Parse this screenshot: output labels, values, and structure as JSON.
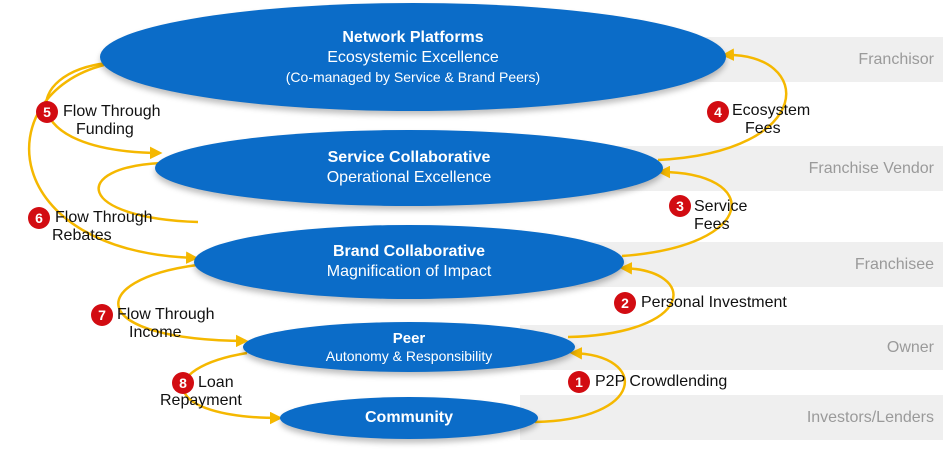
{
  "roles": [
    {
      "id": "franchisor",
      "label": "Franchisor"
    },
    {
      "id": "franchise-vendor",
      "label": "Franchise Vendor"
    },
    {
      "id": "franchisee",
      "label": "Franchisee"
    },
    {
      "id": "owner",
      "label": "Owner"
    },
    {
      "id": "investors-lenders",
      "label": "Investors/Lenders"
    }
  ],
  "levels": [
    {
      "id": "network-platforms",
      "title": "Network Platforms",
      "lines": [
        "Ecosystemic Excellence",
        "(Co-managed by Service & Brand Peers)"
      ]
    },
    {
      "id": "service-collaborative",
      "title": "Service Collaborative",
      "lines": [
        "Operational Excellence"
      ]
    },
    {
      "id": "brand-collaborative",
      "title": "Brand Collaborative",
      "lines": [
        "Magnification of Impact"
      ]
    },
    {
      "id": "peer",
      "title": "Peer",
      "lines": [
        "Autonomy & Responsibility"
      ]
    },
    {
      "id": "community",
      "title": "Community",
      "lines": []
    }
  ],
  "flows": [
    {
      "number": "1",
      "lines": [
        "P2P Crowdlending"
      ]
    },
    {
      "number": "2",
      "lines": [
        "Personal Investment"
      ]
    },
    {
      "number": "3",
      "lines": [
        "Service",
        "Fees"
      ]
    },
    {
      "number": "4",
      "lines": [
        "Ecosystem",
        "Fees"
      ]
    },
    {
      "number": "5",
      "lines": [
        "Flow Through",
        "Funding"
      ]
    },
    {
      "number": "6",
      "lines": [
        "Flow Through",
        "Rebates"
      ]
    },
    {
      "number": "7",
      "lines": [
        "Flow Through",
        "Income"
      ]
    },
    {
      "number": "8",
      "lines": [
        "Loan",
        "Repayment"
      ]
    }
  ],
  "colors": {
    "ellipse": "#0b6cc8",
    "arrow": "#f5b800",
    "badge": "#d20c12",
    "band": "#efefef",
    "band_text": "#9a9a9a"
  }
}
